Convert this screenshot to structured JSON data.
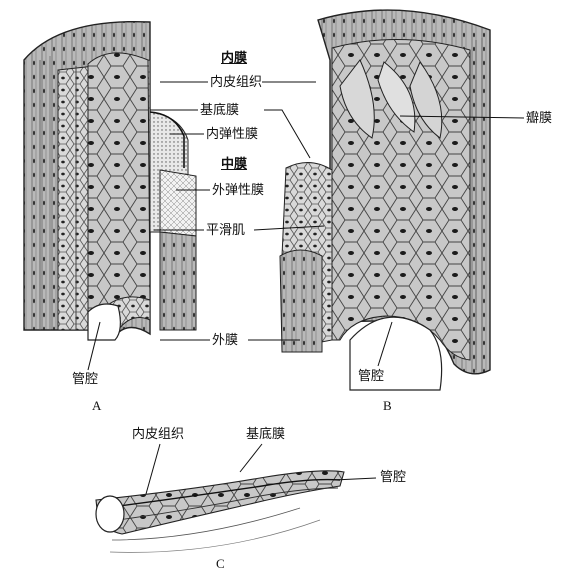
{
  "labels": {
    "intima": "内膜",
    "endothelium": "内皮组织",
    "basement_membrane": "基底膜",
    "internal_elastic": "内弹性膜",
    "media": "中膜",
    "external_elastic": "外弹性膜",
    "smooth_muscle": "平滑肌",
    "adventitia": "外膜",
    "lumen_a": "管腔",
    "lumen_b": "管腔",
    "valve": "瓣膜",
    "c_endothelium": "内皮组织",
    "c_basement": "基底膜",
    "c_lumen": "管腔"
  },
  "panels": {
    "a": "A",
    "b": "B",
    "c": "C"
  }
}
